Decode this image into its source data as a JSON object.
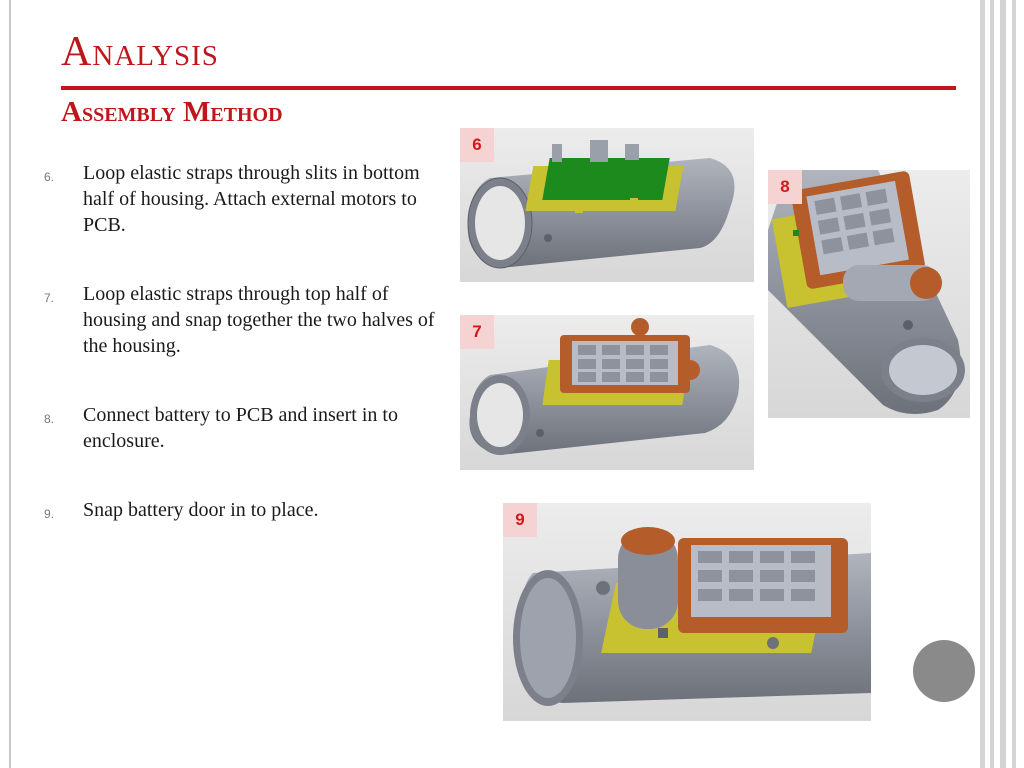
{
  "slide": {
    "title": "Analysis",
    "subtitle": "Assembly Method"
  },
  "steps": [
    {
      "number": "6.",
      "text": "Loop elastic straps through slits in bottom half of housing.  Attach external motors to PCB."
    },
    {
      "number": "7.",
      "text": "Loop elastic straps through top half of housing and snap together the two halves of the housing."
    },
    {
      "number": "8.",
      "text": "Connect battery to PCB and insert in to enclosure."
    },
    {
      "number": "9.",
      "text": "Snap battery door in to place."
    }
  ],
  "figures": [
    {
      "label": "6"
    },
    {
      "label": "7"
    },
    {
      "label": "8"
    },
    {
      "label": "9"
    }
  ],
  "colors": {
    "accent": "#c0151b",
    "label_bg": "#f6d3d3",
    "label_text": "#d41818",
    "housing": "#8e929c",
    "pcb": "#1c8a1c",
    "frame": "#c8c230",
    "keypad_shell": "#b45c2a"
  }
}
